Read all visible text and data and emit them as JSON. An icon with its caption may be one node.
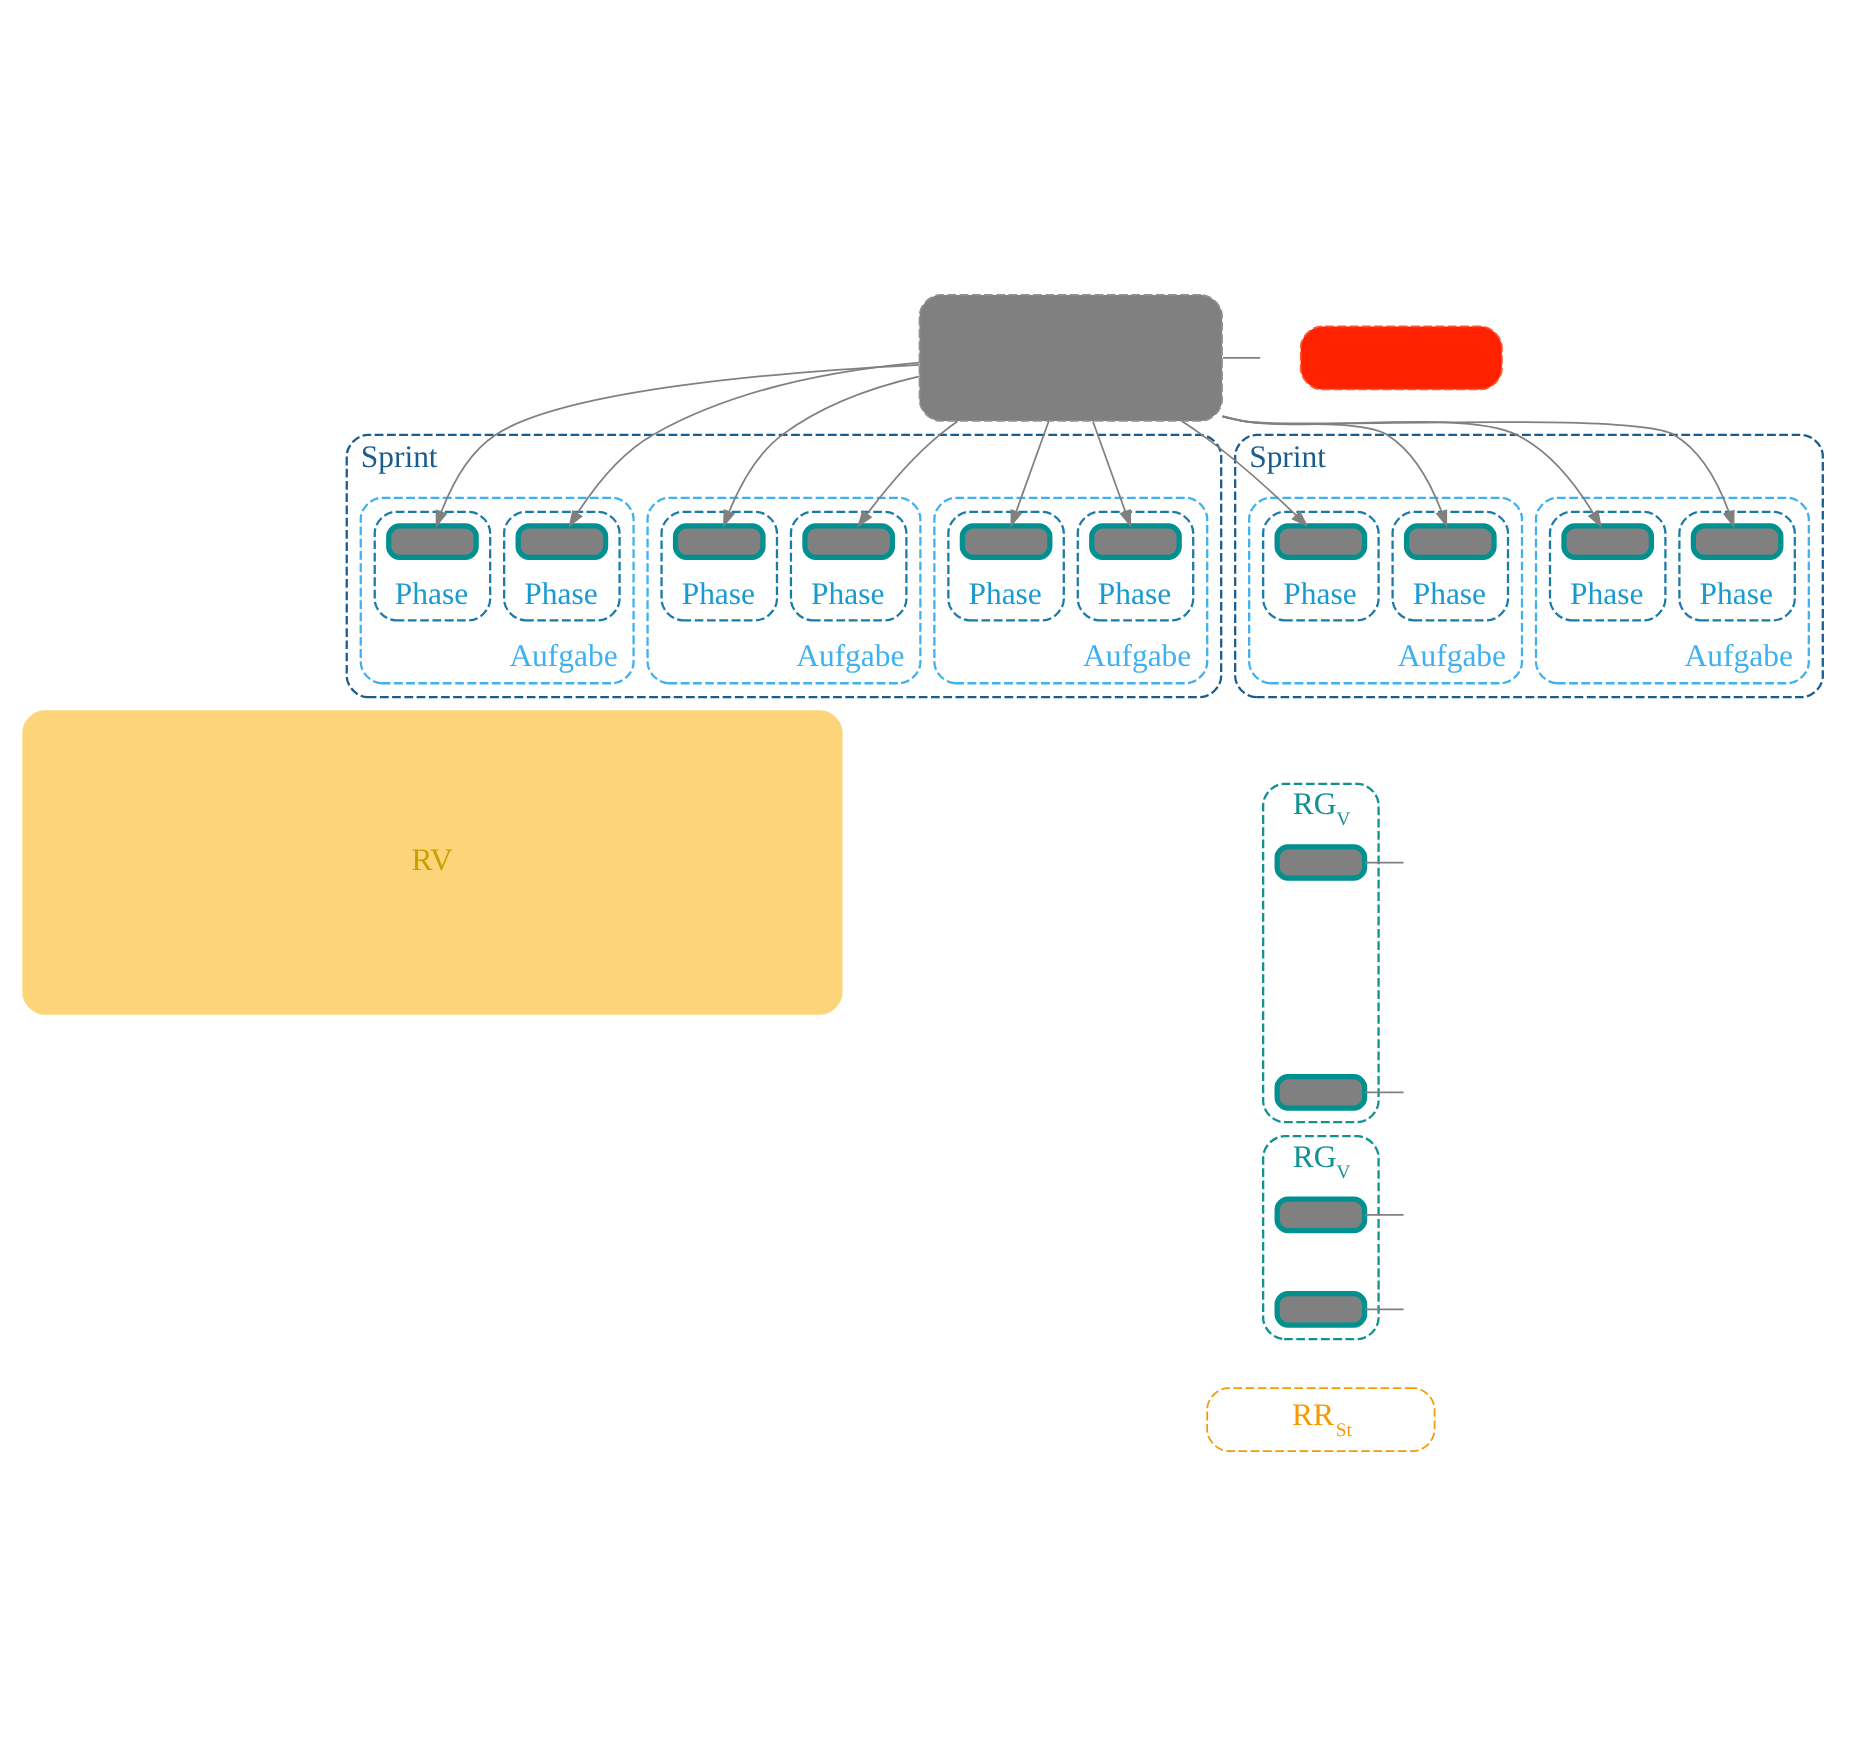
{
  "diagram": {
    "nodes": [
      {
        "text": [],
        "shape": "box"
      },
      {
        "text": [],
        "shape": "box"
      },
      {
        "text": [
          "Sprint"
        ]
      },
      {
        "text": [
          "Aufgabe"
        ],
        "in": 2
      },
      {
        "text": [
          "Phase"
        ],
        "in": 3
      },
      {
        "text": [],
        "shape": "box",
        "in": 4
      },
      {
        "text": [
          "Phase"
        ],
        "in": 3
      },
      {
        "text": [],
        "shape": "box",
        "in": 6
      },
      {
        "text": [
          "Aufgabe"
        ],
        "in": 2
      },
      {
        "text": [
          "Phase"
        ],
        "in": 8
      },
      {
        "text": [],
        "shape": "box",
        "in": 9
      },
      {
        "text": [
          "Phase"
        ],
        "in": 8
      },
      {
        "text": [],
        "shape": "box",
        "in": 11
      },
      {
        "text": [
          "Aufgabe"
        ],
        "in": 2
      },
      {
        "text": [
          "Phase"
        ],
        "in": 13
      },
      {
        "text": [],
        "shape": "box",
        "in": 14
      },
      {
        "text": [
          "Phase"
        ],
        "in": 13
      },
      {
        "text": [],
        "shape": "box",
        "in": 16
      },
      {
        "text": [
          "Sprint"
        ]
      },
      {
        "text": [
          "Aufgabe"
        ],
        "in": 18
      },
      {
        "text": [
          "Phase"
        ],
        "in": 19
      },
      {
        "text": [],
        "shape": "box",
        "in": 20
      },
      {
        "text": [
          "Phase"
        ],
        "in": 19
      },
      {
        "text": [],
        "shape": "box",
        "in": 22
      },
      {
        "text": [
          "Aufgabe"
        ],
        "in": 18
      },
      {
        "text": [
          "Phase"
        ],
        "in": 24
      },
      {
        "text": [],
        "shape": "box",
        "in": 25
      },
      {
        "text": [
          "Phase"
        ],
        "in": 24
      },
      {
        "text": [],
        "shape": "box",
        "in": 27
      },
      {
        "text": [
          "RV"
        ]
      },
      {
        "text": [
          "RG$_{V}$"
        ]
      },
      {
        "text": [],
        "shape": "box",
        "in": 30
      },
      {
        "text": [],
        "shape": "box",
        "in": 30
      },
      {
        "text": [
          "RG$_{V}$"
        ]
      },
      {
        "text": [],
        "shape": "box",
        "in": 33
      },
      {
        "text": [],
        "shape": "box",
        "in": 33
      },
      {
        "text": [
          "RR$_{St}$"
        ]
      }
    ],
    "edges": [
      {
        "from": 0,
        "to": null,
        "arrow": "none"
      },
      {
        "from": 0,
        "to": 5,
        "arrow": "to"
      },
      {
        "from": 0,
        "to": 7,
        "arrow": "to"
      },
      {
        "from": 0,
        "to": 10,
        "arrow": "to"
      },
      {
        "from": 0,
        "to": 12,
        "arrow": "to"
      },
      {
        "from": 0,
        "to": 15,
        "arrow": "to"
      },
      {
        "from": 0,
        "to": 17,
        "arrow": "to"
      },
      {
        "from": 0,
        "to": 21,
        "arrow": "to"
      },
      {
        "from": 0,
        "to": 23,
        "arrow": "to"
      },
      {
        "from": 0,
        "to": 26,
        "arrow": "to"
      },
      {
        "from": 0,
        "to": 28,
        "arrow": "to"
      },
      {
        "from": 31,
        "to": null,
        "arrow": "none"
      },
      {
        "from": 32,
        "to": null,
        "arrow": "none"
      },
      {
        "from": 34,
        "to": null,
        "arrow": "none"
      },
      {
        "from": 35,
        "to": null,
        "arrow": "none"
      }
    ]
  }
}
